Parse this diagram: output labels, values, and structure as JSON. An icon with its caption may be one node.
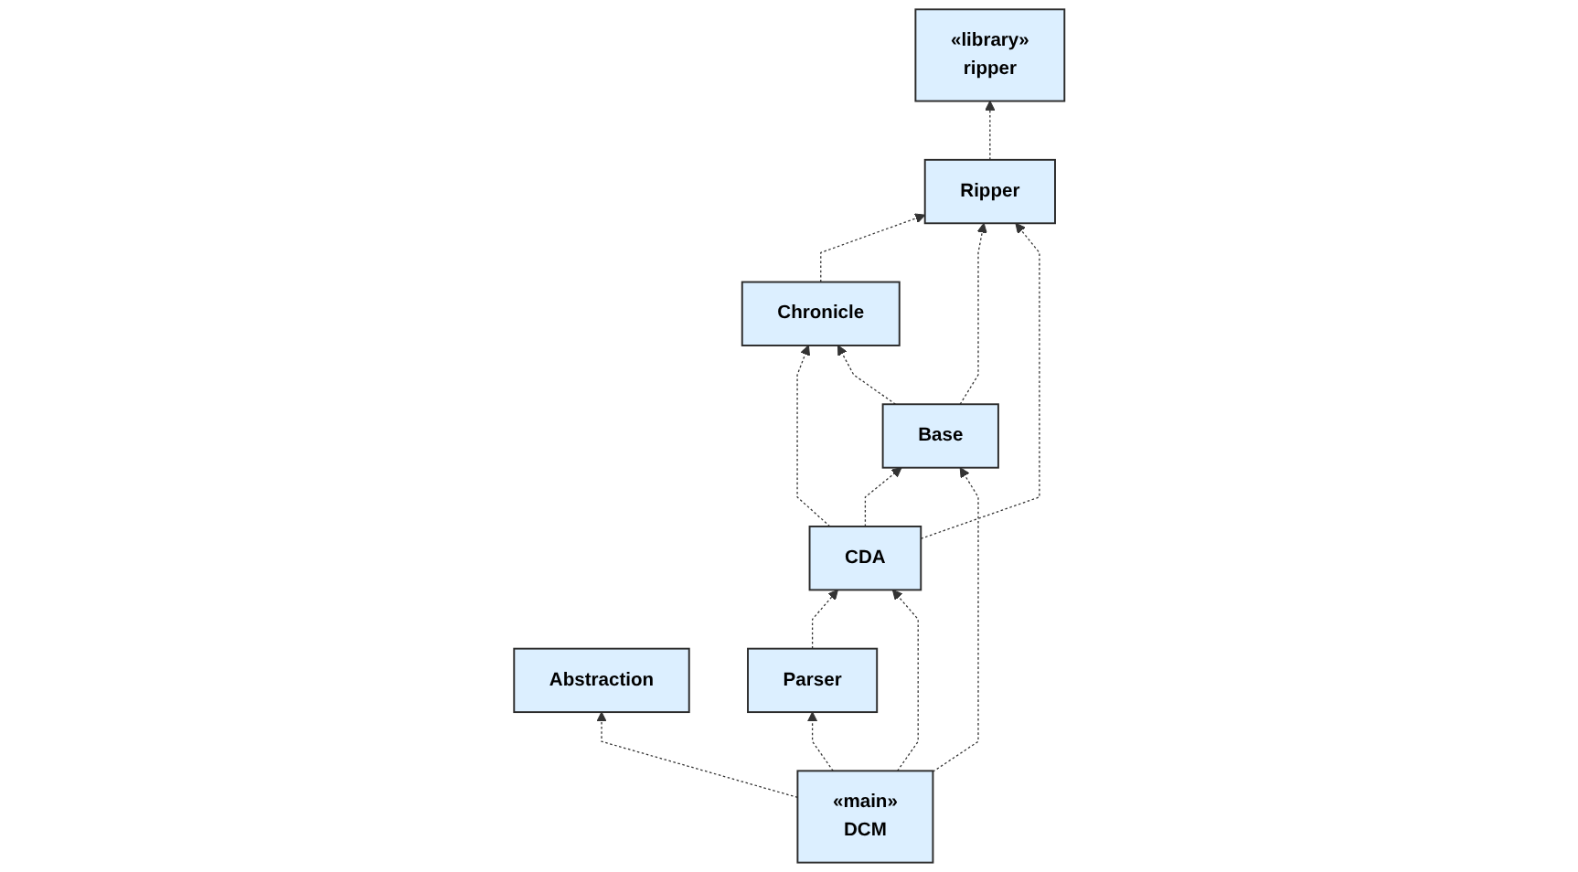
{
  "diagram": {
    "nodes": [
      {
        "text": [
          "Chronicle"
        ]
      },
      {
        "text": [
          "CDA"
        ]
      },
      {
        "text": [
          "Base"
        ]
      },
      {
        "text": [
          "Ripper"
        ]
      },
      {
        "text": [
          "Abstraction"
        ]
      },
      {
        "text": [
          "Parser"
        ]
      },
      {
        "text": [
          "«main»",
          "DCM"
        ]
      },
      {
        "text": [
          "«library»",
          "ripper"
        ]
      }
    ],
    "edges": [
      {
        "from": 1,
        "to": 0,
        "arrow": "to",
        "style": "dashed"
      },
      {
        "from": 0,
        "to": 3,
        "arrow": "to",
        "style": "dashed"
      },
      {
        "from": 1,
        "to": 2,
        "arrow": "to",
        "style": "dashed"
      },
      {
        "from": 2,
        "to": 0,
        "arrow": "to",
        "style": "dashed"
      },
      {
        "from": 2,
        "to": 3,
        "arrow": "to",
        "style": "dashed"
      },
      {
        "from": 5,
        "to": 1,
        "arrow": "to",
        "style": "dashed"
      },
      {
        "from": 6,
        "to": 1,
        "arrow": "to",
        "style": "dashed"
      },
      {
        "from": 1,
        "to": 3,
        "arrow": "to",
        "style": "dashed"
      },
      {
        "from": 3,
        "to": 7,
        "arrow": "to",
        "style": "dashed"
      },
      {
        "from": 6,
        "to": 2,
        "arrow": "to",
        "style": "dashed"
      },
      {
        "from": 6,
        "to": 4,
        "arrow": "to",
        "style": "dashed"
      },
      {
        "from": 6,
        "to": 5,
        "arrow": "to",
        "style": "dashed"
      }
    ]
  }
}
